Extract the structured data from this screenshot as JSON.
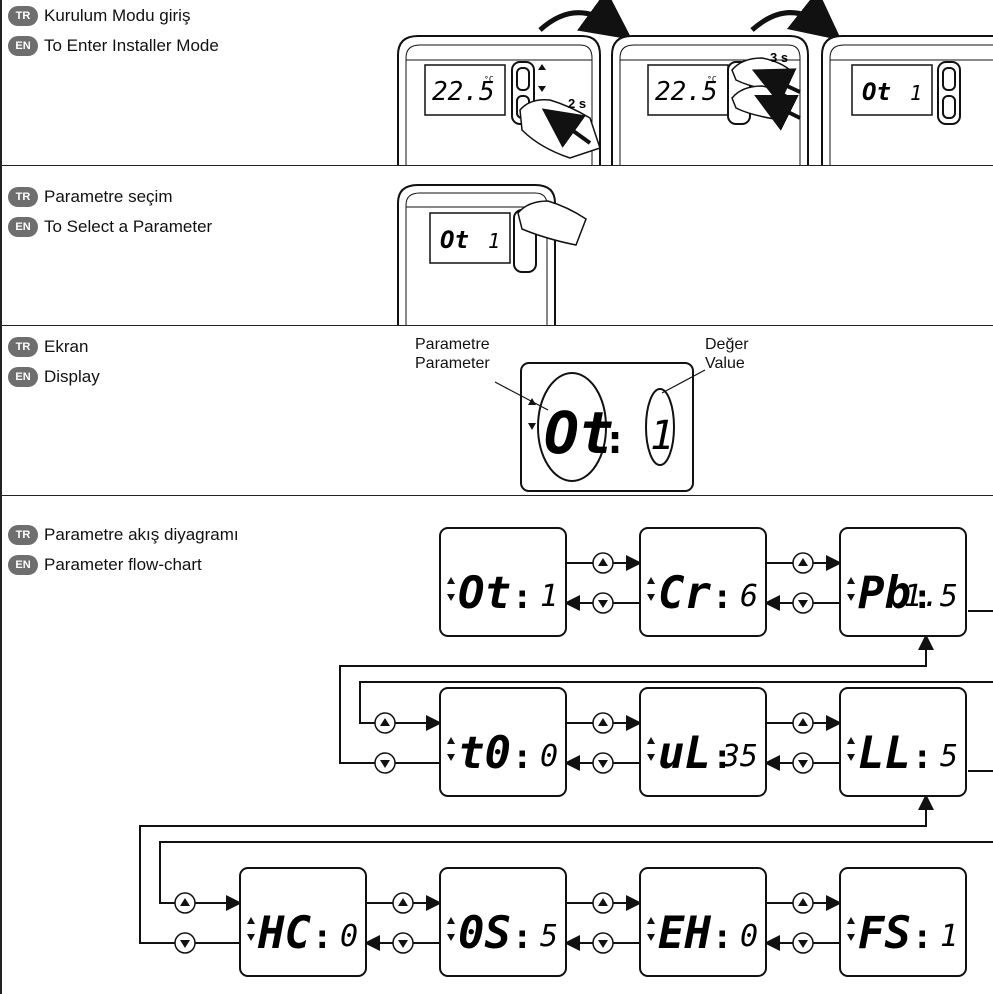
{
  "sections": [
    {
      "tr_badge": "TR",
      "tr": "Kurulum Modu giriş",
      "en_badge": "EN",
      "en": "To Enter Installer Mode"
    },
    {
      "tr_badge": "TR",
      "tr": "Parametre seçim",
      "en_badge": "EN",
      "en": "To Select a Parameter"
    },
    {
      "tr_badge": "TR",
      "tr": "Ekran",
      "en_badge": "EN",
      "en": "Display"
    },
    {
      "tr_badge": "TR",
      "tr": "Parametre akış diyagramı",
      "en_badge": "EN",
      "en": "Parameter flow-chart"
    }
  ],
  "installer": {
    "reading": "22.5",
    "unit": "°C",
    "hold_1": "2 s",
    "hold_2": "3 s",
    "param_code": "Ot",
    "param_value": "1"
  },
  "display": {
    "param_label_tr": "Parametre",
    "param_label_en": "Parameter",
    "value_label_tr": "Değer",
    "value_label_en": "Value",
    "code": "Ot",
    "value": "1"
  },
  "flow": [
    {
      "code": "Ot",
      "value": "1"
    },
    {
      "code": "Cr",
      "value": "6"
    },
    {
      "code": "Pb",
      "value": "1.5"
    },
    {
      "code": "t0",
      "value": "0"
    },
    {
      "code": "uL",
      "value": "35"
    },
    {
      "code": "LL",
      "value": "5"
    },
    {
      "code": "HC",
      "value": "0"
    },
    {
      "code": "0S",
      "value": "5"
    },
    {
      "code": "EH",
      "value": "0"
    },
    {
      "code": "FS",
      "value": "1"
    }
  ]
}
